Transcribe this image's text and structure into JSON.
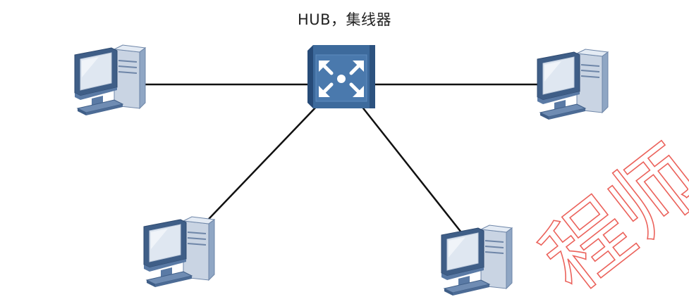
{
  "diagram": {
    "title": "HUB，集线器",
    "hub": {
      "icon": "hub-icon",
      "color": "#3d6a9c"
    },
    "computers": [
      {
        "id": "top-left",
        "icon": "desktop-computer-icon"
      },
      {
        "id": "top-right",
        "icon": "desktop-computer-icon"
      },
      {
        "id": "bottom-left",
        "icon": "desktop-computer-icon"
      },
      {
        "id": "bottom-right",
        "icon": "desktop-computer-icon"
      }
    ],
    "links": [
      {
        "from": "hub",
        "to": "top-left"
      },
      {
        "from": "hub",
        "to": "top-right"
      },
      {
        "from": "hub",
        "to": "bottom-left"
      },
      {
        "from": "hub",
        "to": "bottom-right"
      }
    ],
    "watermark": "程师",
    "colors": {
      "line": "#111111",
      "device_light": "#dfe7f1",
      "device_mid": "#8fa6c4",
      "device_dark": "#3f5e87",
      "watermark": "#e8473f"
    }
  }
}
